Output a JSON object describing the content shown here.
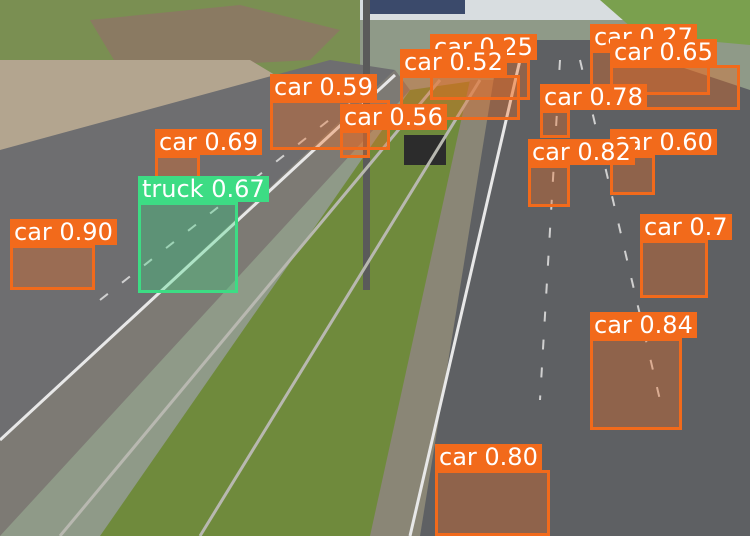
{
  "colors": {
    "car": "#f26a1b",
    "truck": "#3ddc84"
  },
  "detections": [
    {
      "label": "car",
      "score": "0.25",
      "cls": "car"
    },
    {
      "label": "car",
      "score": "0.27",
      "cls": "car"
    },
    {
      "label": "car",
      "score": "0.65",
      "cls": "car"
    },
    {
      "label": "car",
      "score": "0.52",
      "cls": "car"
    },
    {
      "label": "car",
      "score": "0.59",
      "cls": "car"
    },
    {
      "label": "car",
      "score": "0.78",
      "cls": "car"
    },
    {
      "label": "car",
      "score": "0.56",
      "cls": "car"
    },
    {
      "label": "car",
      "score": "0.69",
      "cls": "car"
    },
    {
      "label": "car",
      "score": "0.60",
      "cls": "car"
    },
    {
      "label": "car",
      "score": "0.82",
      "cls": "car"
    },
    {
      "label": "truck",
      "score": "0.67",
      "cls": "truck"
    },
    {
      "label": "car",
      "score": "0.90",
      "cls": "car"
    },
    {
      "label": "car",
      "score": "0.7",
      "cls": "car"
    },
    {
      "label": "car",
      "score": "0.84",
      "cls": "car"
    },
    {
      "label": "car",
      "score": "0.80",
      "cls": "car"
    }
  ]
}
